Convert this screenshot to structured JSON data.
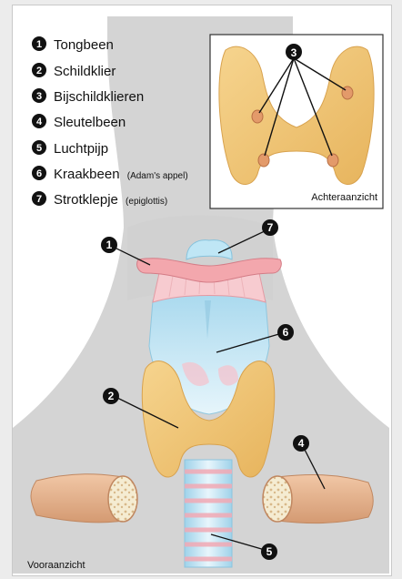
{
  "legend": {
    "items": [
      {
        "num": "1",
        "label": "Tongbeen",
        "note": ""
      },
      {
        "num": "2",
        "label": "Schildklier",
        "note": ""
      },
      {
        "num": "3",
        "label": "Bijschildklieren",
        "note": ""
      },
      {
        "num": "4",
        "label": "Sleutelbeen",
        "note": ""
      },
      {
        "num": "5",
        "label": "Luchtpijp",
        "note": ""
      },
      {
        "num": "6",
        "label": "Kraakbeen",
        "note": "(Adam's appel)"
      },
      {
        "num": "7",
        "label": "Strotklepje",
        "note": "(epiglottis)"
      }
    ]
  },
  "inset": {
    "caption": "Achteraanzicht",
    "marker": "3"
  },
  "main": {
    "caption": "Vooraanzicht"
  },
  "callouts": {
    "c1": "1",
    "c2": "2",
    "c4": "4",
    "c5": "5",
    "c6": "6",
    "c7": "7"
  },
  "colors": {
    "thyroid": "#f2c97a",
    "cartilage": "#bfe3f2",
    "bone": "#f3a7ad",
    "clavicle": "#e9b792",
    "neck": "#d4d4d4",
    "badge": "#111111"
  }
}
